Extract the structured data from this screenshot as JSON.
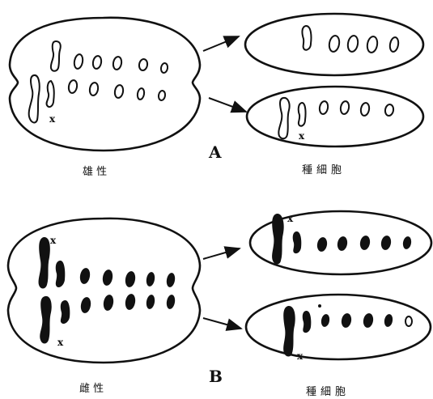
{
  "panels": [
    {
      "id": "A",
      "label": "A",
      "mother_caption": "雄 性",
      "daughter_caption": "種細胞",
      "x_marker": "x",
      "chromosome_style": "outline"
    },
    {
      "id": "B",
      "label": "B",
      "mother_caption": "雌 性",
      "daughter_caption": "種細胞",
      "x_marker": "x",
      "chromosome_style": "solid"
    }
  ]
}
